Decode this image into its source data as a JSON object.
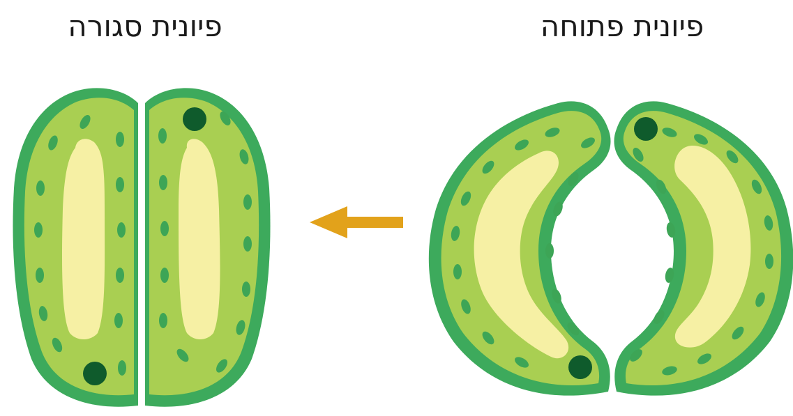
{
  "labels": {
    "closed": "פיונית סגורה",
    "open": "פיונית פתוחה"
  },
  "colors": {
    "outline": "#3daa5c",
    "cytoplasm": "#a9cf52",
    "vacuole": "#f6f0a4",
    "chloroplast": "#3da556",
    "nucleus": "#0f5b2c",
    "arrow": "#e2a21b"
  },
  "arrow_direction": "left"
}
